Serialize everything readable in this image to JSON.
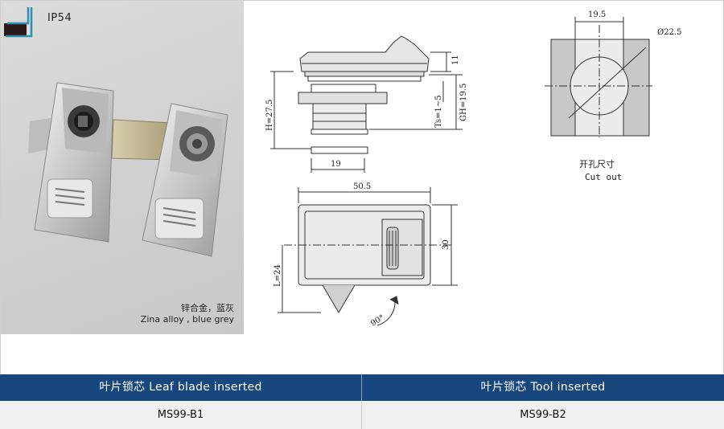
{
  "photo": {
    "rating": "IP54",
    "material_cn": "锌合金，蓝灰",
    "material_en": "Zina alloy , blue grey"
  },
  "drawing": {
    "dims": {
      "h": "H=27.5",
      "top": "11",
      "gh": "GH=19.5",
      "ts": "Ts=1~5",
      "d19": "19",
      "width": "50.5",
      "height": "30",
      "l": "L=24",
      "rot": "90°"
    },
    "cutout": {
      "w": "19.5",
      "dia": "Ø22.5",
      "label_cn": "开孔尺寸",
      "label_en": "Cut out"
    }
  },
  "table": {
    "col1_header": "叶片锁芯  Leaf  blade inserted",
    "col2_header": "叶片锁芯  Tool  inserted",
    "col1_value": "MS99-B1",
    "col2_value": "MS99-B2"
  }
}
